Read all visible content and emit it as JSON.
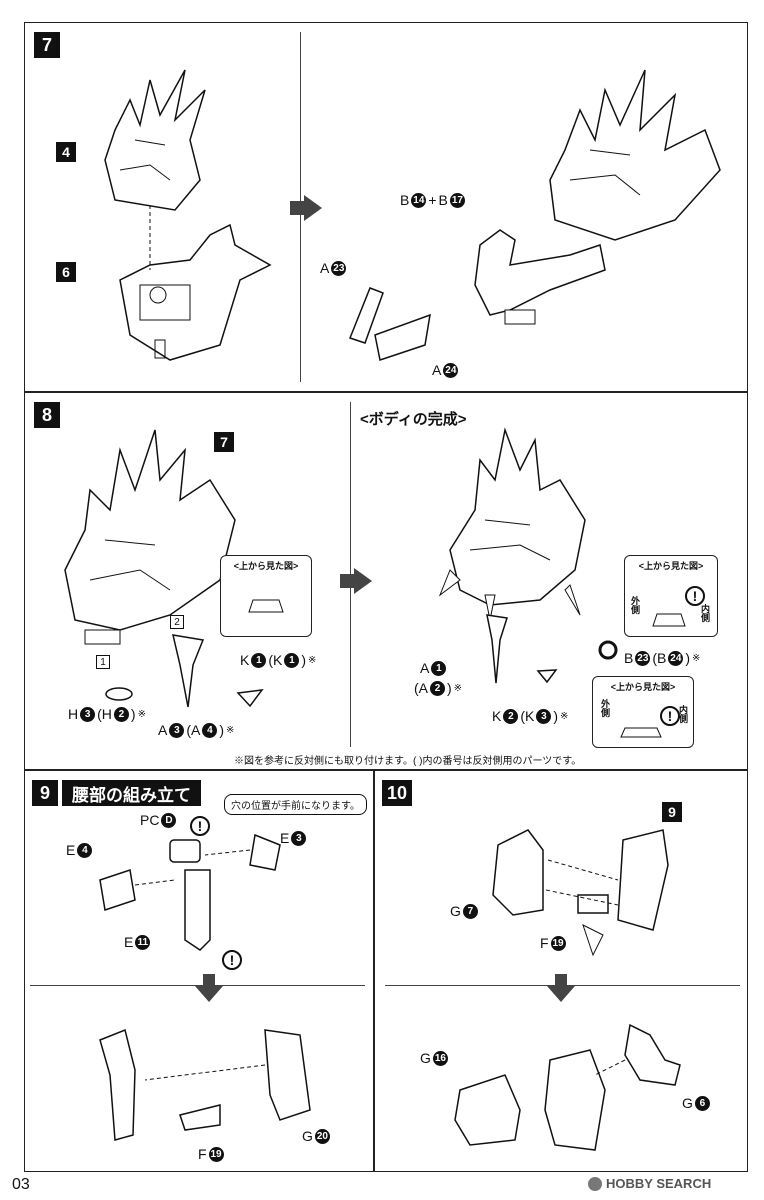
{
  "page_number": "03",
  "watermark": "HOBBY SEARCH",
  "step7": {
    "number": "7",
    "tag_a": "4",
    "tag_b": "6",
    "label_b14_b17": {
      "l1": "B",
      "n1": "14",
      "plus": "+",
      "l2": "B",
      "n2": "17"
    },
    "label_a23": {
      "l": "A",
      "n": "23"
    },
    "label_a24": {
      "l": "A",
      "n": "24"
    }
  },
  "step8": {
    "number": "8",
    "tag_7": "7",
    "sq1": "1",
    "sq2": "2",
    "bubble_title": "<上から見た図>",
    "label_k1": {
      "l": "K",
      "n": "1",
      "paren_l": "(K",
      "paren_n": "1",
      "close": ")",
      "mark": "※"
    },
    "label_h3": {
      "l": "H",
      "n": "3",
      "paren_l": "(H",
      "paren_n": "2",
      "close": ")",
      "mark": "※"
    },
    "label_a3": {
      "l": "A",
      "n": "3",
      "paren_l": "(A",
      "paren_n": "4",
      "close": ")",
      "mark": "※"
    }
  },
  "body_complete": {
    "title": "<ボディの完成>",
    "label_a1": {
      "l": "A",
      "n": "1"
    },
    "label_a2": {
      "paren_l": "(A",
      "n": "2",
      "close": ")",
      "mark": "※"
    },
    "label_k2": {
      "l": "K",
      "n": "2",
      "paren_l": "(K",
      "paren_n": "3",
      "close": ")",
      "mark": "※"
    },
    "label_b23": {
      "l": "B",
      "n": "23",
      "paren_l": "(B",
      "paren_n": "24",
      "close": ")",
      "mark": "※"
    },
    "bubble1": {
      "title": "<上から見た図>",
      "outer": "外側",
      "inner": "内側"
    },
    "bubble2": {
      "title": "<上から見た図>",
      "outer": "外側",
      "inner": "内側"
    },
    "footnote": "※図を参考に反対側にも取り付けます。( )内の番号は反対側用のパーツです。"
  },
  "step9": {
    "number": "9",
    "title": "腰部の組み立て",
    "callout": "穴の位置が手前になります。",
    "label_pcd": {
      "l": "PC",
      "n": "D"
    },
    "label_e4": {
      "l": "E",
      "n": "4"
    },
    "label_e3": {
      "l": "E",
      "n": "3"
    },
    "label_e11": {
      "l": "E",
      "n": "11"
    },
    "label_g20": {
      "l": "G",
      "n": "20"
    },
    "label_f19": {
      "l": "F",
      "n": "19"
    }
  },
  "step10": {
    "number": "10",
    "tag_9": "9",
    "label_g7": {
      "l": "G",
      "n": "7"
    },
    "label_f19": {
      "l": "F",
      "n": "19"
    },
    "label_g16": {
      "l": "G",
      "n": "16"
    },
    "label_g6": {
      "l": "G",
      "n": "6"
    }
  }
}
